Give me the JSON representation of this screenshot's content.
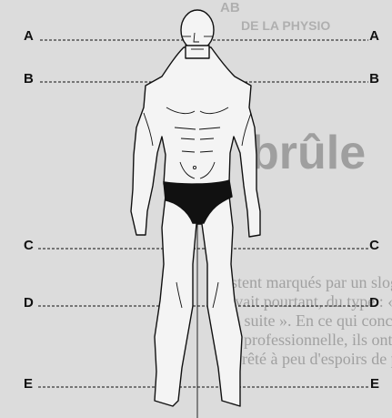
{
  "background_text": {
    "header_lines": [
      "AB",
      "DE LA PHYSIO"
    ],
    "big_word": "brûle",
    "paragraph_lines": [
      "existent marqués par un slogan que l'on",
      "n'avait pourtant, du type : « Tout, tout",
      "de suite ». En ce qui concerne leur vie",
      "professionnelle, ils ont en général ar-",
      "rêté à peu d'espoirs de promotion."
    ]
  },
  "markers": [
    {
      "letter": "A"
    },
    {
      "letter": "B"
    },
    {
      "letter": "C"
    },
    {
      "letter": "D"
    },
    {
      "letter": "E"
    }
  ],
  "colors": {
    "paper": "#dcdcdc",
    "ink": "#111111",
    "briefs": "#111111"
  }
}
